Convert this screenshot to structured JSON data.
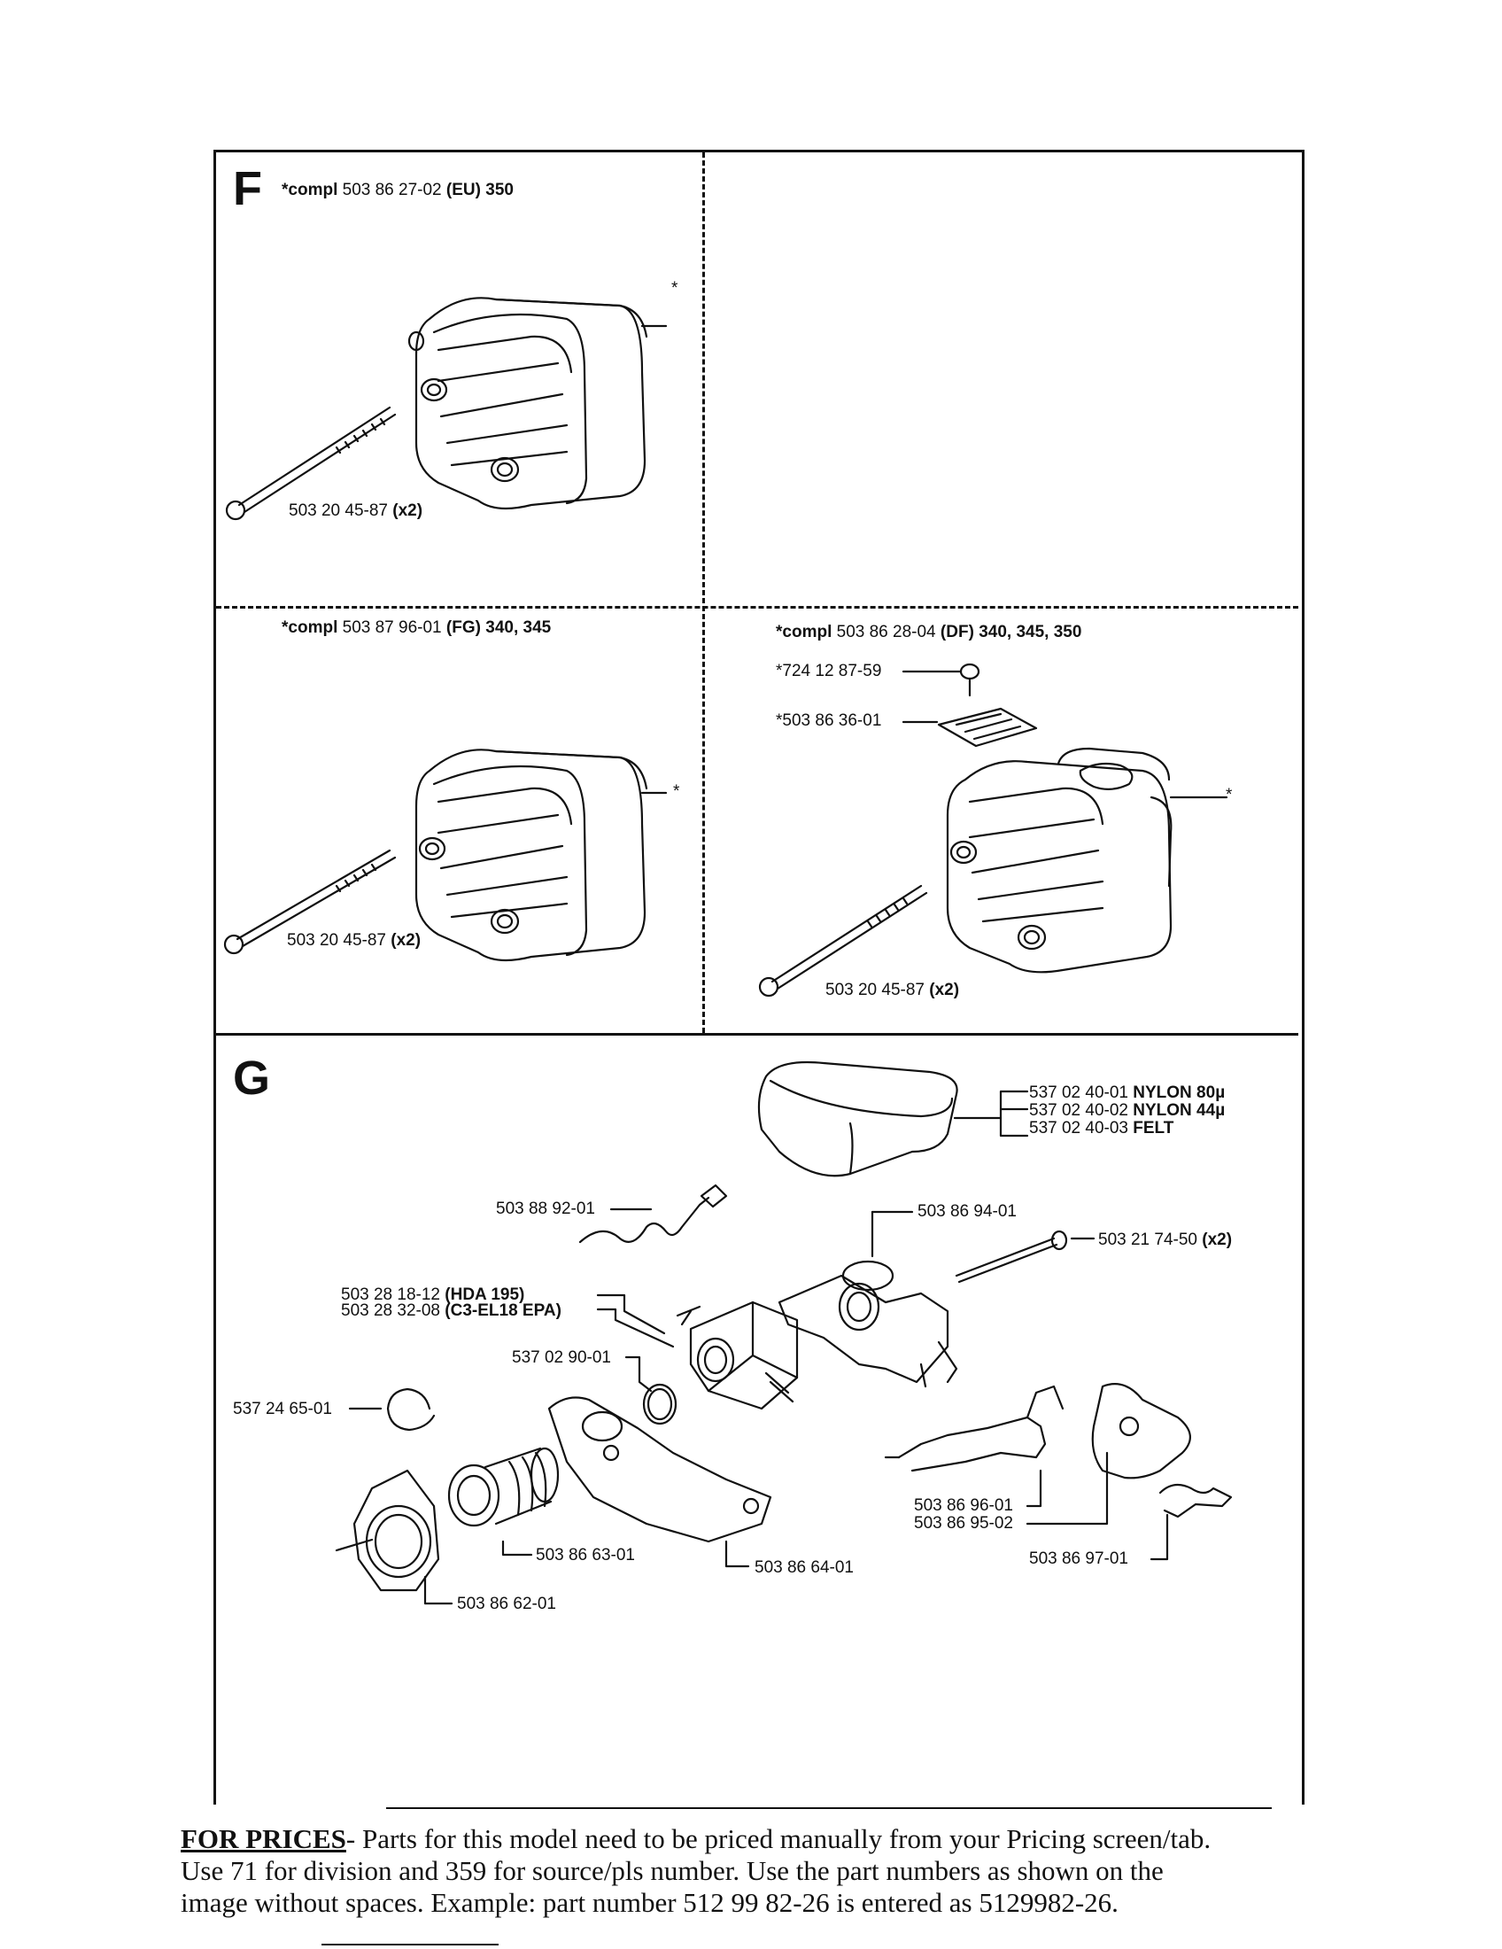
{
  "section_f": {
    "letter": "F",
    "panel1": {
      "compl_prefix": "*compl",
      "compl_number": "503 86 27-02",
      "compl_code": "(EU)",
      "compl_models": "350",
      "star": "*",
      "bolt_number": "503 20 45-87",
      "bolt_qty": "(x2)"
    },
    "panel2": {
      "compl_prefix": "*compl",
      "compl_number": "503 87 96-01",
      "compl_code": "(FG)",
      "compl_models": "340, 345",
      "star": "*",
      "bolt_number": "503 20 45-87",
      "bolt_qty": "(x2)"
    },
    "panel3": {
      "compl_prefix": "*compl",
      "compl_number": "503 86 28-04",
      "compl_code": "(DF)",
      "compl_models": "340, 345, 350",
      "screw": "*724 12 87-59",
      "screen": "*503 86 36-01",
      "star": "*",
      "bolt_number": "503 20 45-87",
      "bolt_qty": "(x2)"
    }
  },
  "section_g": {
    "letter": "G",
    "filter_1_number": "537 02 40-01",
    "filter_1_type": "NYLON 80µ",
    "filter_2_number": "537 02 40-02",
    "filter_2_type": "NYLON 44µ",
    "filter_3_number": "537 02 40-03",
    "filter_3_type": "FELT",
    "link_rod": "503 88 92-01",
    "holder": "503 86 94-01",
    "bolt_number": "503 21 74-50",
    "bolt_qty": "(x2)",
    "carb_1_number": "503 28 18-12",
    "carb_1_code": "(HDA 195)",
    "carb_2_number": "503 28 32-08",
    "carb_2_code": "(C3-EL18  EPA)",
    "gasket": "537 02 90-01",
    "circlip": "537 24 65-01",
    "intake_hose": "503 86 63-01",
    "flange": "503 86 62-01",
    "cover": "503 86 64-01",
    "lever_1": "503 86 96-01",
    "lever_2": "503 86 95-02",
    "spring": "503 86 97-01"
  },
  "footer": {
    "for_prices": "FOR PRICES",
    "line1_rest": "- Parts for this model need to be priced manually from your Pricing screen/tab.",
    "line2": "Use 71 for division and 359 for source/pls number.  Use the part numbers as shown on the",
    "line3": "image without spaces.  Example: part number 512 99 82-26 is entered as 5129982-26."
  }
}
